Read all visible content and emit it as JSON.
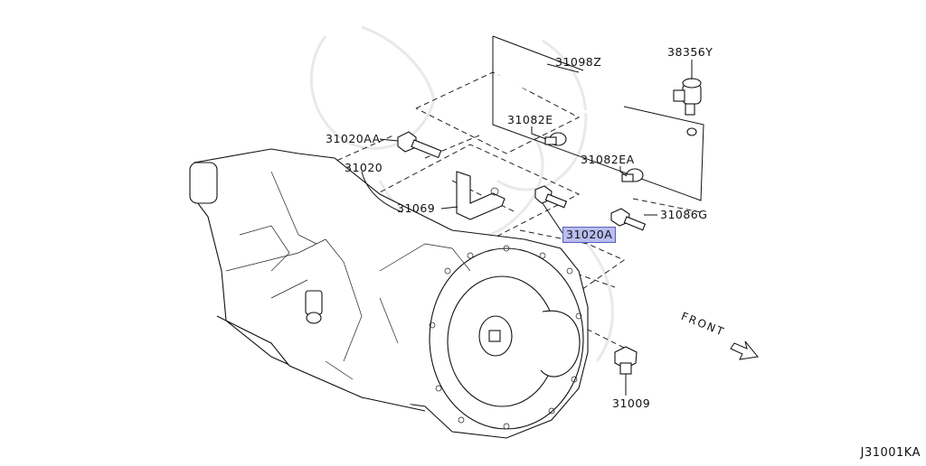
{
  "diagram": {
    "parts": [
      {
        "id": "31098Z",
        "label": "31098Z",
        "highlight": false
      },
      {
        "id": "38356Y",
        "label": "38356Y",
        "highlight": false
      },
      {
        "id": "31082E",
        "label": "31082E",
        "highlight": false
      },
      {
        "id": "31020AA",
        "label": "31020AA",
        "highlight": false
      },
      {
        "id": "31082EA",
        "label": "31082EA",
        "highlight": false
      },
      {
        "id": "31020",
        "label": "31020",
        "highlight": false
      },
      {
        "id": "31069",
        "label": "31069",
        "highlight": false
      },
      {
        "id": "31086G",
        "label": "31086G",
        "highlight": false
      },
      {
        "id": "31020A",
        "label": "31020A",
        "highlight": true
      },
      {
        "id": "31009",
        "label": "31009",
        "highlight": false
      }
    ],
    "front_label": "FRONT",
    "diagram_code": "J31001KA",
    "colors": {
      "highlight_fill": "#b9bdf0",
      "highlight_border": "#5a5fc0",
      "line": "#111111"
    }
  }
}
